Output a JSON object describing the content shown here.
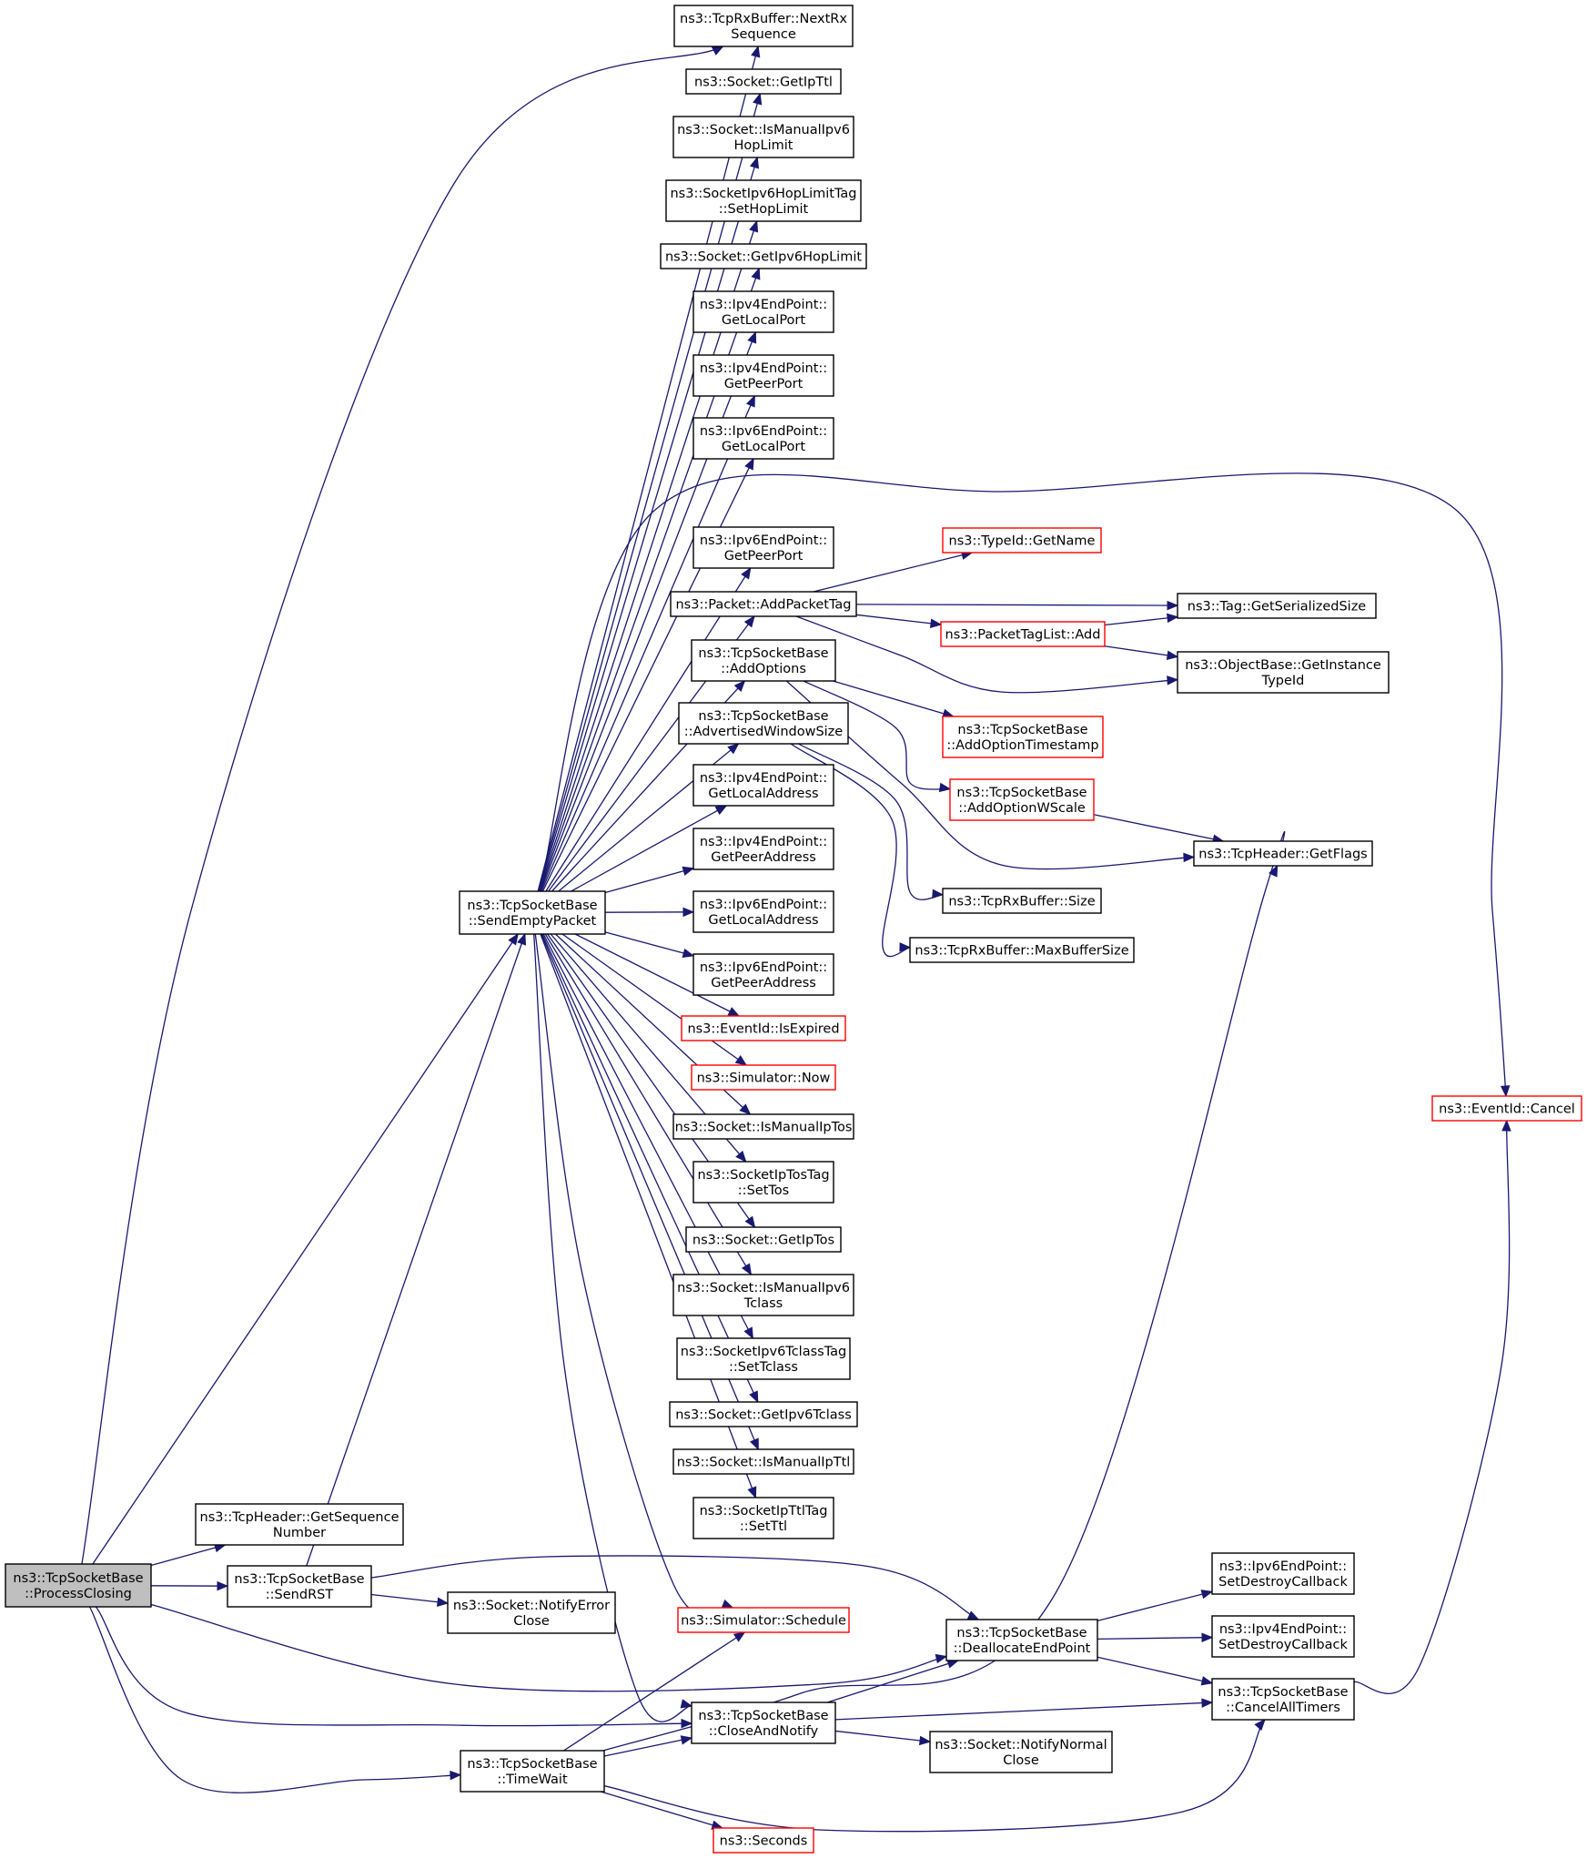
{
  "colors": {
    "edge": "#191970",
    "border_normal": "#000000",
    "border_truncated": "#ff0000",
    "fill_root": "#bfbfbf",
    "fill_normal": "#ffffff"
  },
  "nodes": [
    {
      "id": "root",
      "lines": [
        "ns3::TcpSocketBase",
        "::ProcessClosing"
      ],
      "style": "root"
    },
    {
      "id": "nextRx",
      "lines": [
        "ns3::TcpRxBuffer::NextRx",
        "Sequence"
      ],
      "style": "normal"
    },
    {
      "id": "getIpTtl",
      "lines": [
        "ns3::Socket::GetIpTtl"
      ],
      "style": "normal"
    },
    {
      "id": "isManIpv6Hop",
      "lines": [
        "ns3::Socket::IsManualIpv6",
        "HopLimit"
      ],
      "style": "normal"
    },
    {
      "id": "hopLimTag",
      "lines": [
        "ns3::SocketIpv6HopLimitTag",
        "::SetHopLimit"
      ],
      "style": "normal"
    },
    {
      "id": "getIpv6Hop",
      "lines": [
        "ns3::Socket::GetIpv6HopLimit"
      ],
      "style": "normal"
    },
    {
      "id": "ipv4LocPort",
      "lines": [
        "ns3::Ipv4EndPoint::",
        "GetLocalPort"
      ],
      "style": "normal"
    },
    {
      "id": "ipv4PeerPort",
      "lines": [
        "ns3::Ipv4EndPoint::",
        "GetPeerPort"
      ],
      "style": "normal"
    },
    {
      "id": "ipv6LocPort",
      "lines": [
        "ns3::Ipv6EndPoint::",
        "GetLocalPort"
      ],
      "style": "normal"
    },
    {
      "id": "ipv6PeerPort",
      "lines": [
        "ns3::Ipv6EndPoint::",
        "GetPeerPort"
      ],
      "style": "normal"
    },
    {
      "id": "addPktTag",
      "lines": [
        "ns3::Packet::AddPacketTag"
      ],
      "style": "normal"
    },
    {
      "id": "typeIdName",
      "lines": [
        "ns3::TypeId::GetName"
      ],
      "style": "truncated"
    },
    {
      "id": "tagSerSize",
      "lines": [
        "ns3::Tag::GetSerializedSize"
      ],
      "style": "normal"
    },
    {
      "id": "ptlAdd",
      "lines": [
        "ns3::PacketTagList::Add"
      ],
      "style": "truncated"
    },
    {
      "id": "objInstType",
      "lines": [
        "ns3::ObjectBase::GetInstance",
        "TypeId"
      ],
      "style": "normal"
    },
    {
      "id": "addOptions",
      "lines": [
        "ns3::TcpSocketBase",
        "::AddOptions"
      ],
      "style": "normal"
    },
    {
      "id": "advWin",
      "lines": [
        "ns3::TcpSocketBase",
        "::AdvertisedWindowSize"
      ],
      "style": "normal"
    },
    {
      "id": "optTs",
      "lines": [
        "ns3::TcpSocketBase",
        "::AddOptionTimestamp"
      ],
      "style": "truncated"
    },
    {
      "id": "optWs",
      "lines": [
        "ns3::TcpSocketBase",
        "::AddOptionWScale"
      ],
      "style": "truncated"
    },
    {
      "id": "getFlags",
      "lines": [
        "ns3::TcpHeader::GetFlags"
      ],
      "style": "normal"
    },
    {
      "id": "rxSize",
      "lines": [
        "ns3::TcpRxBuffer::Size"
      ],
      "style": "normal"
    },
    {
      "id": "rxMax",
      "lines": [
        "ns3::TcpRxBuffer::MaxBufferSize"
      ],
      "style": "normal"
    },
    {
      "id": "ipv4LocAddr",
      "lines": [
        "ns3::Ipv4EndPoint::",
        "GetLocalAddress"
      ],
      "style": "normal"
    },
    {
      "id": "ipv4PeerAddr",
      "lines": [
        "ns3::Ipv4EndPoint::",
        "GetPeerAddress"
      ],
      "style": "normal"
    },
    {
      "id": "ipv6LocAddr",
      "lines": [
        "ns3::Ipv6EndPoint::",
        "GetLocalAddress"
      ],
      "style": "normal"
    },
    {
      "id": "ipv6PeerAddr",
      "lines": [
        "ns3::Ipv6EndPoint::",
        "GetPeerAddress"
      ],
      "style": "normal"
    },
    {
      "id": "isExpired",
      "lines": [
        "ns3::EventId::IsExpired"
      ],
      "style": "truncated"
    },
    {
      "id": "simNow",
      "lines": [
        "ns3::Simulator::Now"
      ],
      "style": "truncated"
    },
    {
      "id": "isManIpTos",
      "lines": [
        "ns3::Socket::IsManualIpTos"
      ],
      "style": "normal"
    },
    {
      "id": "tosTag",
      "lines": [
        "ns3::SocketIpTosTag",
        "::SetTos"
      ],
      "style": "normal"
    },
    {
      "id": "getIpTos",
      "lines": [
        "ns3::Socket::GetIpTos"
      ],
      "style": "normal"
    },
    {
      "id": "isManIpv6Tc",
      "lines": [
        "ns3::Socket::IsManualIpv6",
        "Tclass"
      ],
      "style": "normal"
    },
    {
      "id": "tclassTag",
      "lines": [
        "ns3::SocketIpv6TclassTag",
        "::SetTclass"
      ],
      "style": "normal"
    },
    {
      "id": "getIpv6Tc",
      "lines": [
        "ns3::Socket::GetIpv6Tclass"
      ],
      "style": "normal"
    },
    {
      "id": "isManIpTtl",
      "lines": [
        "ns3::Socket::IsManualIpTtl"
      ],
      "style": "normal"
    },
    {
      "id": "ttlTag",
      "lines": [
        "ns3::SocketIpTtlTag",
        "::SetTtl"
      ],
      "style": "normal"
    },
    {
      "id": "sendEmpty",
      "lines": [
        "ns3::TcpSocketBase",
        "::SendEmptyPacket"
      ],
      "style": "normal"
    },
    {
      "id": "getSeq",
      "lines": [
        "ns3::TcpHeader::GetSequence",
        "Number"
      ],
      "style": "normal"
    },
    {
      "id": "sendRst",
      "lines": [
        "ns3::TcpSocketBase",
        "::SendRST"
      ],
      "style": "normal"
    },
    {
      "id": "notifyErr",
      "lines": [
        "ns3::Socket::NotifyError",
        "Close"
      ],
      "style": "normal"
    },
    {
      "id": "simSched",
      "lines": [
        "ns3::Simulator::Schedule"
      ],
      "style": "truncated"
    },
    {
      "id": "dealloc",
      "lines": [
        "ns3::TcpSocketBase",
        "::DeallocateEndPoint"
      ],
      "style": "normal"
    },
    {
      "id": "ipv6Destroy",
      "lines": [
        "ns3::Ipv6EndPoint::",
        "SetDestroyCallback"
      ],
      "style": "normal"
    },
    {
      "id": "ipv4Destroy",
      "lines": [
        "ns3::Ipv4EndPoint::",
        "SetDestroyCallback"
      ],
      "style": "normal"
    },
    {
      "id": "cancelAll",
      "lines": [
        "ns3::TcpSocketBase",
        "::CancelAllTimers"
      ],
      "style": "normal"
    },
    {
      "id": "closeNotify",
      "lines": [
        "ns3::TcpSocketBase",
        "::CloseAndNotify"
      ],
      "style": "normal"
    },
    {
      "id": "notifyNormal",
      "lines": [
        "ns3::Socket::NotifyNormal",
        "Close"
      ],
      "style": "normal"
    },
    {
      "id": "timeWait",
      "lines": [
        "ns3::TcpSocketBase",
        "::TimeWait"
      ],
      "style": "normal"
    },
    {
      "id": "seconds",
      "lines": [
        "ns3::Seconds"
      ],
      "style": "truncated"
    },
    {
      "id": "evCancel",
      "lines": [
        "ns3::EventId::Cancel"
      ],
      "style": "truncated"
    }
  ],
  "edges": [
    [
      "root",
      "nextRx"
    ],
    [
      "root",
      "sendEmpty"
    ],
    [
      "root",
      "getSeq"
    ],
    [
      "root",
      "sendRst"
    ],
    [
      "root",
      "dealloc"
    ],
    [
      "root",
      "closeNotify"
    ],
    [
      "root",
      "timeWait"
    ],
    [
      "sendEmpty",
      "nextRx"
    ],
    [
      "sendEmpty",
      "getIpTtl"
    ],
    [
      "sendEmpty",
      "isManIpv6Hop"
    ],
    [
      "sendEmpty",
      "hopLimTag"
    ],
    [
      "sendEmpty",
      "getIpv6Hop"
    ],
    [
      "sendEmpty",
      "ipv4LocPort"
    ],
    [
      "sendEmpty",
      "ipv4PeerPort"
    ],
    [
      "sendEmpty",
      "ipv6LocPort"
    ],
    [
      "sendEmpty",
      "evCancel"
    ],
    [
      "sendEmpty",
      "ipv6PeerPort"
    ],
    [
      "sendEmpty",
      "addPktTag"
    ],
    [
      "sendEmpty",
      "addOptions"
    ],
    [
      "sendEmpty",
      "advWin"
    ],
    [
      "sendEmpty",
      "ipv4LocAddr"
    ],
    [
      "sendEmpty",
      "ipv4PeerAddr"
    ],
    [
      "sendEmpty",
      "ipv6LocAddr"
    ],
    [
      "sendEmpty",
      "ipv6PeerAddr"
    ],
    [
      "sendEmpty",
      "isExpired"
    ],
    [
      "sendEmpty",
      "simNow"
    ],
    [
      "sendEmpty",
      "isManIpTos"
    ],
    [
      "sendEmpty",
      "tosTag"
    ],
    [
      "sendEmpty",
      "getIpTos"
    ],
    [
      "sendEmpty",
      "isManIpv6Tc"
    ],
    [
      "sendEmpty",
      "tclassTag"
    ],
    [
      "sendEmpty",
      "getIpv6Tc"
    ],
    [
      "sendEmpty",
      "isManIpTtl"
    ],
    [
      "sendEmpty",
      "ttlTag"
    ],
    [
      "sendEmpty",
      "simSched"
    ],
    [
      "sendEmpty",
      "closeNotify"
    ],
    [
      "addPktTag",
      "typeIdName"
    ],
    [
      "addPktTag",
      "tagSerSize"
    ],
    [
      "addPktTag",
      "ptlAdd"
    ],
    [
      "addPktTag",
      "objInstType"
    ],
    [
      "ptlAdd",
      "tagSerSize"
    ],
    [
      "ptlAdd",
      "objInstType"
    ],
    [
      "addOptions",
      "optTs"
    ],
    [
      "addOptions",
      "optWs"
    ],
    [
      "addOptions",
      "getFlags"
    ],
    [
      "optWs",
      "getFlags"
    ],
    [
      "advWin",
      "rxSize"
    ],
    [
      "advWin",
      "rxMax"
    ],
    [
      "sendRst",
      "sendEmpty"
    ],
    [
      "sendRst",
      "notifyErr"
    ],
    [
      "sendRst",
      "dealloc"
    ],
    [
      "dealloc",
      "ipv6Destroy"
    ],
    [
      "dealloc",
      "ipv4Destroy"
    ],
    [
      "dealloc",
      "cancelAll"
    ],
    [
      "cancelAll",
      "evCancel"
    ],
    [
      "closeNotify",
      "dealloc"
    ],
    [
      "closeNotify",
      "cancelAll"
    ],
    [
      "closeNotify",
      "notifyNormal"
    ],
    [
      "timeWait",
      "simSched"
    ],
    [
      "timeWait",
      "closeNotify"
    ],
    [
      "timeWait",
      "cancelAll"
    ],
    [
      "timeWait",
      "seconds"
    ],
    [
      "timeWait",
      "getFlags"
    ]
  ]
}
